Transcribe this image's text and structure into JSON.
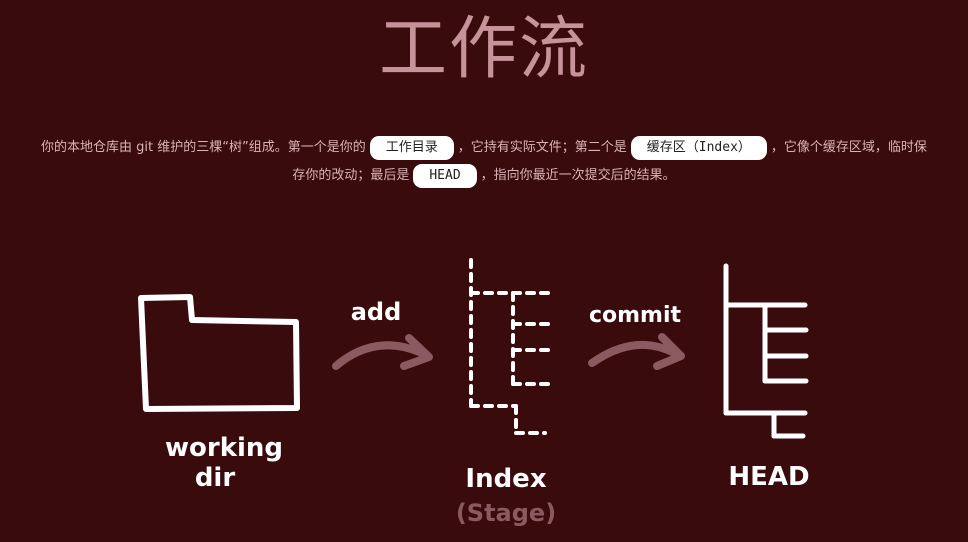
{
  "title": "工作流",
  "intro": {
    "part1": "你的本地仓库由 git 维护的三棵“树”组成。第一个是你的",
    "working_dir_badge": "工作目录",
    "part2": "，它持有实际文件；第二个是",
    "index_badge": "缓存区（Index）",
    "part3": "，它像个缓存区域，临时保",
    "part4": "存你的改动；最后是",
    "head_badge": "HEAD",
    "part5": "，指向你最近一次提交后的结果。"
  },
  "diagram": {
    "working_label_line1": "working",
    "working_label_line2": "dir",
    "add_label": "add",
    "commit_label": "commit",
    "index_label": "Index",
    "index_sublabel": "(Stage)",
    "head_label": "HEAD"
  },
  "colors": {
    "background": "#3a0b0d",
    "title": "#c6939a",
    "text": "#d9b4b7",
    "arrow": "#8a5a60",
    "lines": "#ffffff"
  }
}
